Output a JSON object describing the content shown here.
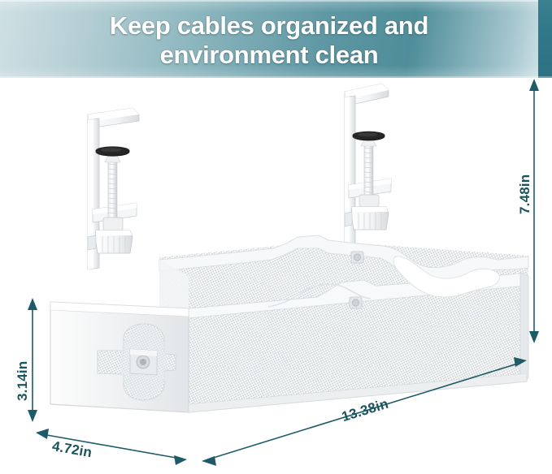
{
  "banner": {
    "headline": "Keep cables organized and\nenvironment clean",
    "bg_gradient_from": "#cfe0e4",
    "bg_gradient_mid": "#4e8d99",
    "bg_gradient_to": "#dceaed",
    "right_strip_color": "#31788a",
    "text_color": "#ffffff"
  },
  "product": {
    "name": "under-desk cable management tray",
    "color": "#ffffff",
    "body_shade": "#e8eaec",
    "mesh_shade": "#dfe2e4",
    "clamp_pad_color": "#1c1c1c",
    "parts": [
      "c-clamp-left",
      "c-clamp-right",
      "mesh-basket",
      "thumb-screw-knob-left",
      "thumb-screw-knob-right",
      "cable-cutout-front",
      "cable-cutout-back"
    ]
  },
  "dimensions": {
    "accent_color": "#19545f",
    "height": {
      "label": "7.48in",
      "orientation": "vertical-right"
    },
    "depth": {
      "label": "3.14in",
      "orientation": "vertical-left"
    },
    "width": {
      "label": "13.38in",
      "orientation": "diagonal-bottom-right"
    },
    "side": {
      "label": "4.72in",
      "orientation": "diagonal-bottom-left"
    }
  }
}
